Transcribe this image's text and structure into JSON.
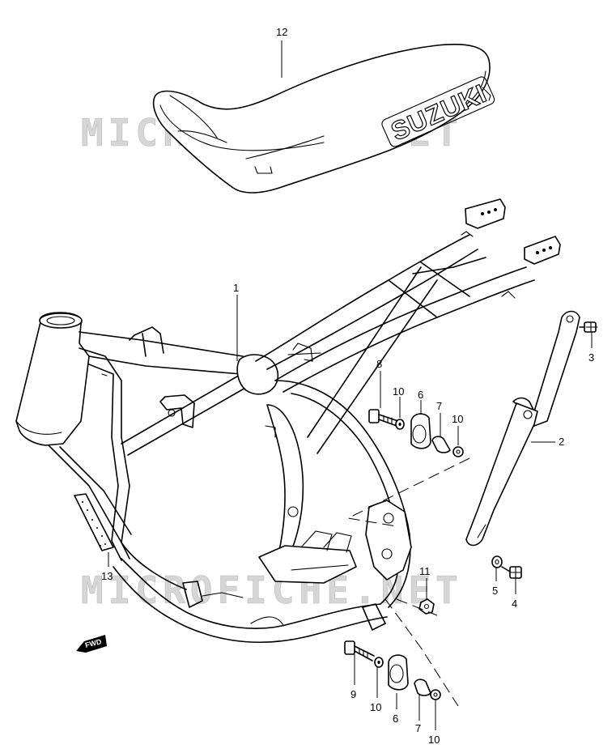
{
  "watermark": "MICROFICHE.NET",
  "seat_logo": "SUZUKI",
  "fwd_label": "FWD",
  "callouts": {
    "frame": "1",
    "engine_mount_bracket": "2",
    "bracket_bolt_top": "3",
    "bracket_bolt_bottom": "4",
    "bracket_washer": "5",
    "cushion_upper": "6",
    "spacer_upper": "7",
    "bolt_upper": "8",
    "washer_upper_a": "10",
    "washer_upper_b": "10",
    "bolt_lower": "9",
    "washer_lower_a": "10",
    "cushion_lower": "6",
    "spacer_lower": "7",
    "washer_lower_b": "10",
    "nut": "11",
    "seat": "12",
    "reflector": "13"
  }
}
